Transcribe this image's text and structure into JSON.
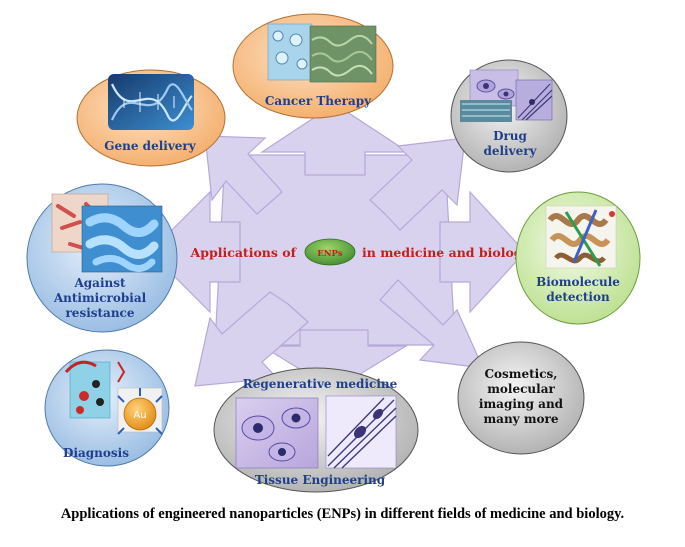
{
  "center": {
    "prefix": "Applications of",
    "badge": "ENPs",
    "suffix": "in medicine and biology"
  },
  "nodes": {
    "cancer": [
      "Cancer Therapy"
    ],
    "gene": [
      "Gene delivery"
    ],
    "drug": [
      "Drug",
      "delivery"
    ],
    "antimicrobial": [
      "Against",
      "Antimicrobial",
      "resistance"
    ],
    "biomolecule": [
      "Biomolecule",
      "detection"
    ],
    "diagnosis": [
      "Diagnosis"
    ],
    "diagnosis_au": "Au",
    "regen_top": "Regenerative medicine",
    "regen_bottom": "Tissue Engineering",
    "cosmetics": [
      "Cosmetics,",
      "molecular",
      "imaging and",
      "many more"
    ]
  },
  "colors": {
    "arrow_fill": "#d9d2ee",
    "arrow_stroke": "#b5a8d8",
    "label_blue": "#1f3f8c",
    "label_red": "#c0201a",
    "badge_green": "#4e9a3a",
    "orange_node": "#f7c08a",
    "blue_node": "#b9d3ee",
    "gray_node": "#cfcfcf",
    "green_node": "#d6efb6"
  },
  "caption": "Applications of engineered nanoparticles (ENPs) in different fields of medicine and biology."
}
